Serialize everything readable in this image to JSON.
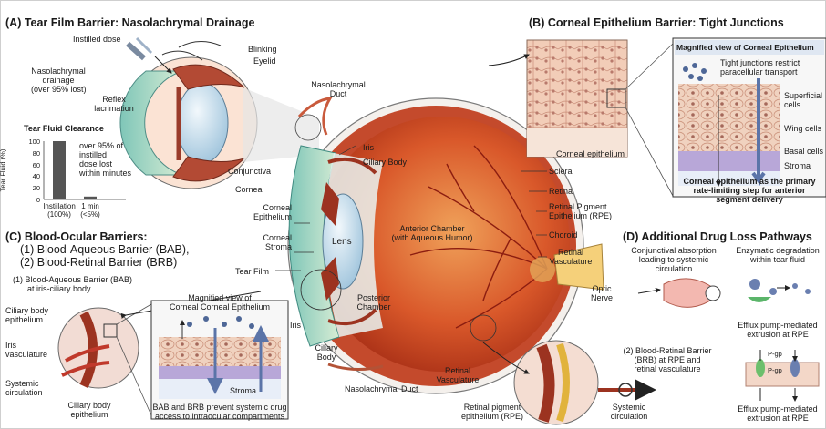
{
  "panels": {
    "a_title": "(A) Tear Film Barrier: Nasolachrymal Drainage",
    "b_title": "(B) Corneal Epithelium Barrier: Tight Junctions",
    "c_title": "(C) Blood-Ocular Barriers:",
    "c_sub1": "(1) Blood-Aqueous Barrier (BAB),",
    "c_sub2": "(2) Blood-Retinal Barrier (BRB)",
    "d_title": "(D) Additional Drug Loss Pathways"
  },
  "panel_a": {
    "instilled_dose": "Instilled dose",
    "blinking": "Blinking",
    "eyelid": "Eyelid",
    "drainage_1": "Nasolachrymal",
    "drainage_2": "drainage",
    "drainage_3": "(over 95% lost)",
    "reflex_1": "Reflex",
    "reflex_2": "lacrimation"
  },
  "chart_data": {
    "type": "bar",
    "title": "Tear Fluid Clearance",
    "ylabel": "Tear Fluid (%)",
    "categories": [
      "Instillation (100%)",
      "1 min (<5%)"
    ],
    "category_lines": [
      [
        "Instillation",
        "(100%)"
      ],
      [
        "1 min",
        "(<5%)"
      ]
    ],
    "values": [
      100,
      5
    ],
    "ylim": [
      0,
      100
    ],
    "yticks": [
      "100",
      "80",
      "60",
      "40",
      "20",
      "0"
    ],
    "annotation": [
      "over 95% of",
      "instilled",
      "dose lost",
      "within minutes"
    ],
    "bar_color": "#555555"
  },
  "eye_labels": {
    "duct_top_1": "Nasolachrymal",
    "duct_top_2": "Duct",
    "conjunctiva": "Conjunctiva",
    "cornea": "Cornea",
    "corneal_epi_1": "Corneal",
    "corneal_epi_2": "Epithelium",
    "corneal_stroma_1": "Corneal",
    "corneal_stroma_2": "Stroma",
    "tear_film": "Tear Film",
    "iris_top": "Iris",
    "ciliary_body_top": "Ciliary Body",
    "lens": "Lens",
    "anterior_1": "Anterior Chamber",
    "anterior_2": "(with Aqueous Humor)",
    "posterior_1": "Posterior",
    "posterior_2": "Chamber",
    "iris_bottom": "Iris",
    "ciliary_bottom_1": "Ciliary",
    "ciliary_bottom_2": "Body",
    "duct_bottom": "Nasolachrymal Duct",
    "sclera": "Sclera",
    "retina": "Retina",
    "rpe_1": "Retinal Pigment",
    "rpe_2": "Epithelium (RPE)",
    "choroid": "Choroid",
    "ret_vasc_1": "Retinal",
    "ret_vasc_2": "Vasculature",
    "optic_1": "Optic",
    "optic_2": "Nerve"
  },
  "panel_b": {
    "magnified": "Magnified view of Corneal Epithelium",
    "tight_1": "Tight junctions restrict",
    "tight_2": "paracellular transport",
    "superficial_1": "Superficial",
    "superficial_2": "cells",
    "wing": "Wing cells",
    "basal": "Basal cells",
    "stroma": "Stroma",
    "corneal_epi": "Corneal epithelium",
    "caption_1": "Corneal epithelium as the primary",
    "caption_2": "rate-limiting step for anterior",
    "caption_3": "segment delivery"
  },
  "panel_c": {
    "bab_1": "(1) Blood-Aqueous Barrier (BAB)",
    "bab_2": "at iris-ciliary body",
    "magnified_1": "Magnified view of",
    "magnified_2": "Corneal Corneal Epithelium",
    "ciliary_epi_1": "Ciliary body",
    "ciliary_epi_2": "epithelium",
    "iris_vasc_1": "Iris",
    "iris_vasc_2": "vasculature",
    "systemic_1": "Systemic",
    "systemic_2": "circulation",
    "ciliary_epi_b1": "Ciliary body",
    "ciliary_epi_b2": "epithelium",
    "stroma": "Stroma",
    "caption_1": "BAB and BRB prevent systemic drug",
    "caption_2": "access to intraocular compartments"
  },
  "panel_brb": {
    "ret_vasc_1": "Retinal",
    "ret_vasc_2": "Vasculature",
    "rpe_1": "Retinal pigment",
    "rpe_2": "epithelium (RPE)",
    "brb_1": "(2) Blood-Retinal Barrier",
    "brb_2": "(BRB) at RPE and",
    "brb_3": "retinal vasculature",
    "systemic_1": "Systemic",
    "systemic_2": "circulation"
  },
  "panel_d": {
    "conj_1": "Conjunctival absorption",
    "conj_2": "leading to systemic",
    "conj_3": "circulation",
    "enz_1": "Enzymatic degradation",
    "enz_2": "within tear fluid",
    "efflux_1": "Efflux pump-mediated",
    "efflux_2": "extrusion at RPE",
    "pgp_1": "P-gp",
    "pgp_2": "P-gp",
    "efflux_b1": "Efflux pump-mediated",
    "efflux_b2": "extrusion at RPE"
  }
}
